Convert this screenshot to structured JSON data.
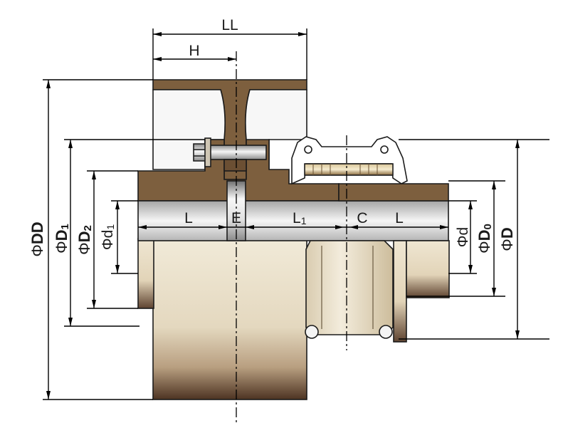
{
  "labels": {
    "LL": "LL",
    "H": "H",
    "L_left": "L",
    "E": "E",
    "L1_main": "L",
    "L1_sub": "1",
    "C": "C",
    "L_right": "L",
    "phi": "Φ",
    "DD": "DD",
    "D1_main": "D",
    "D1_sub": "1",
    "D2_main": "D",
    "D2_sub": "2",
    "d1_main": "d",
    "d1_sub": "1",
    "d": "d",
    "D0_main": "D",
    "D0_sub": "0",
    "D": "D"
  },
  "colors": {
    "flange_brown": "#7d5f3e",
    "body_light": "#ece4d2",
    "body_dark": "#5a3e2b",
    "shaft_light": "#f4f4f4",
    "shaft_dark": "#7a7a7a",
    "outline": "#1b1b1b"
  }
}
